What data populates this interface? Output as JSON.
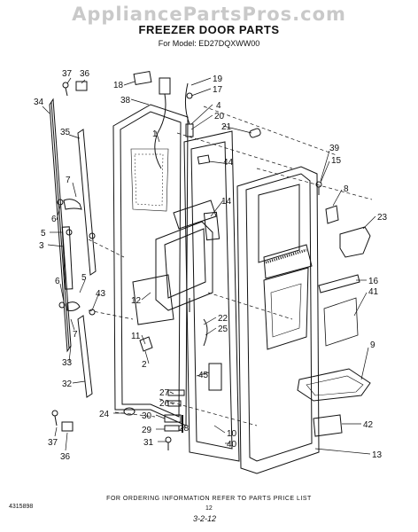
{
  "watermark": "AppliancePartsPros.com",
  "title": "FREEZER DOOR PARTS",
  "model": "For Model: ED27DQXWW00",
  "footer_note": "FOR ORDERING INFORMATION REFER TO PARTS PRICE LIST",
  "code_left": "4315898",
  "page_number": "12",
  "date_code": "3-2-12",
  "callouts": [
    {
      "id": "c37a",
      "text": "37"
    },
    {
      "id": "c36a",
      "text": "36"
    },
    {
      "id": "c34",
      "text": "34"
    },
    {
      "id": "c35",
      "text": "35"
    },
    {
      "id": "c7a",
      "text": "7"
    },
    {
      "id": "c6a",
      "text": "6"
    },
    {
      "id": "c5a",
      "text": "5"
    },
    {
      "id": "c3",
      "text": "3"
    },
    {
      "id": "c6b",
      "text": "6"
    },
    {
      "id": "c5b",
      "text": "5"
    },
    {
      "id": "c7b",
      "text": "7"
    },
    {
      "id": "c43",
      "text": "43"
    },
    {
      "id": "c33",
      "text": "33"
    },
    {
      "id": "c32",
      "text": "32"
    },
    {
      "id": "c37b",
      "text": "37"
    },
    {
      "id": "c36b",
      "text": "36"
    },
    {
      "id": "c18",
      "text": "18"
    },
    {
      "id": "c38",
      "text": "38"
    },
    {
      "id": "c19",
      "text": "19"
    },
    {
      "id": "c17",
      "text": "17"
    },
    {
      "id": "c4",
      "text": "4"
    },
    {
      "id": "c20",
      "text": "20"
    },
    {
      "id": "c21",
      "text": "21"
    },
    {
      "id": "c1",
      "text": "1"
    },
    {
      "id": "c44",
      "text": "44"
    },
    {
      "id": "c14",
      "text": "14"
    },
    {
      "id": "c39",
      "text": "39"
    },
    {
      "id": "c15",
      "text": "15"
    },
    {
      "id": "c8",
      "text": "8"
    },
    {
      "id": "c23",
      "text": "23"
    },
    {
      "id": "c16",
      "text": "16"
    },
    {
      "id": "c41",
      "text": "41"
    },
    {
      "id": "c12",
      "text": "12"
    },
    {
      "id": "c11",
      "text": "11"
    },
    {
      "id": "c22",
      "text": "22"
    },
    {
      "id": "c25",
      "text": "25"
    },
    {
      "id": "c2",
      "text": "2"
    },
    {
      "id": "c9",
      "text": "9"
    },
    {
      "id": "c45",
      "text": "45"
    },
    {
      "id": "c27",
      "text": "27"
    },
    {
      "id": "c26",
      "text": "26"
    },
    {
      "id": "c24",
      "text": "24"
    },
    {
      "id": "c30",
      "text": "30"
    },
    {
      "id": "c29",
      "text": "29"
    },
    {
      "id": "c31",
      "text": "31"
    },
    {
      "id": "c28",
      "text": "28"
    },
    {
      "id": "c10",
      "text": "10"
    },
    {
      "id": "c40",
      "text": "40"
    },
    {
      "id": "c42",
      "text": "42"
    },
    {
      "id": "c13",
      "text": "13"
    }
  ]
}
